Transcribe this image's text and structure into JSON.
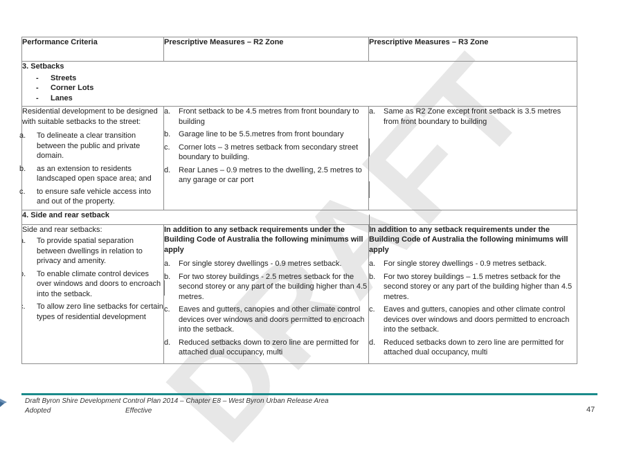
{
  "table": {
    "headers": [
      "Performance Criteria",
      "Prescriptive Measures – R2 Zone",
      "Prescriptive Measures – R3 Zone"
    ],
    "section3": {
      "title": "3. Setbacks",
      "bullets": [
        "Streets",
        "Corner Lots",
        "Lanes"
      ],
      "criteria_intro": "Residential development to be designed with suitable setbacks to the street:",
      "criteria_items": [
        {
          "label": "a.",
          "text": "To delineate a clear transition between the public and private domain."
        },
        {
          "label": "b.",
          "text": "as an extension to residents landscaped open space area; and"
        },
        {
          "label": "c.",
          "text": "to ensure safe vehicle access into and out of the property."
        }
      ],
      "r2_items": [
        {
          "label": "a.",
          "text": "Front setback to be 4.5 metres from front boundary to building"
        },
        {
          "label": "b.",
          "text": "Garage line to be 5.5.metres from front boundary"
        },
        {
          "label": "c.",
          "text": "Corner lots – 3 metres setback from secondary street boundary to building."
        },
        {
          "label": "d.",
          "text": "Rear Lanes – 0.9 metres to the dwelling, 2.5 metres to any garage or car port"
        }
      ],
      "r3_items": [
        {
          "label": "a.",
          "text": "Same as R2 Zone except front setback is 3.5 metres from front boundary to building"
        }
      ]
    },
    "section4": {
      "title": "4. Side and rear setback",
      "criteria_intro": "Side and rear setbacks:",
      "criteria_items": [
        {
          "label": "a.",
          "text": "To provide spatial separation between dwellings in relation to privacy and amenity."
        },
        {
          "label": "b.",
          "text": "To enable climate control devices over windows and doors to encroach into the setback."
        },
        {
          "label": "c.",
          "text": "To allow zero line setbacks for certain types of residential development"
        }
      ],
      "intro_bold": "In addition to any setback requirements under the Building Code of Australia the following minimums will apply",
      "r2_items": [
        {
          "label": "a.",
          "text": "For single storey dwellings - 0.9 metres setback."
        },
        {
          "label": "b.",
          "text": "For two storey buildings - 2.5 metres setback for the second storey or any part of the building higher than 4.5 metres."
        },
        {
          "label": "c.",
          "text": "Eaves and gutters, canopies and other climate control devices over windows and doors permitted to encroach into the setback."
        },
        {
          "label": "d.",
          "text": "Reduced setbacks down to zero line are permitted for attached dual occupancy, multi"
        }
      ],
      "r3_items": [
        {
          "label": "a.",
          "text": "For single storey dwellings - 0.9 metres setback."
        },
        {
          "label": "b.",
          "text": "For two storey buildings – 1.5 metres setback for the second storey or any part of the building higher than 4.5 metres."
        },
        {
          "label": "c.",
          "text": "Eaves and gutters, canopies and other climate control devices over windows and doors permitted to encroach into the setback."
        },
        {
          "label": "d.",
          "text": "Reduced setbacks down to zero line are permitted for attached dual occupancy, multi"
        }
      ]
    }
  },
  "watermark": "DRAFT",
  "footer": {
    "title": "Draft Byron Shire Development Control Plan 2014 – Chapter E8 – West Byron Urban Release Area",
    "adopted": "Adopted",
    "effective": "Effective",
    "page_number": "47"
  },
  "colors": {
    "rule": "#1a8a8a",
    "watermark": "#787878",
    "border": "#8c8c8c"
  }
}
